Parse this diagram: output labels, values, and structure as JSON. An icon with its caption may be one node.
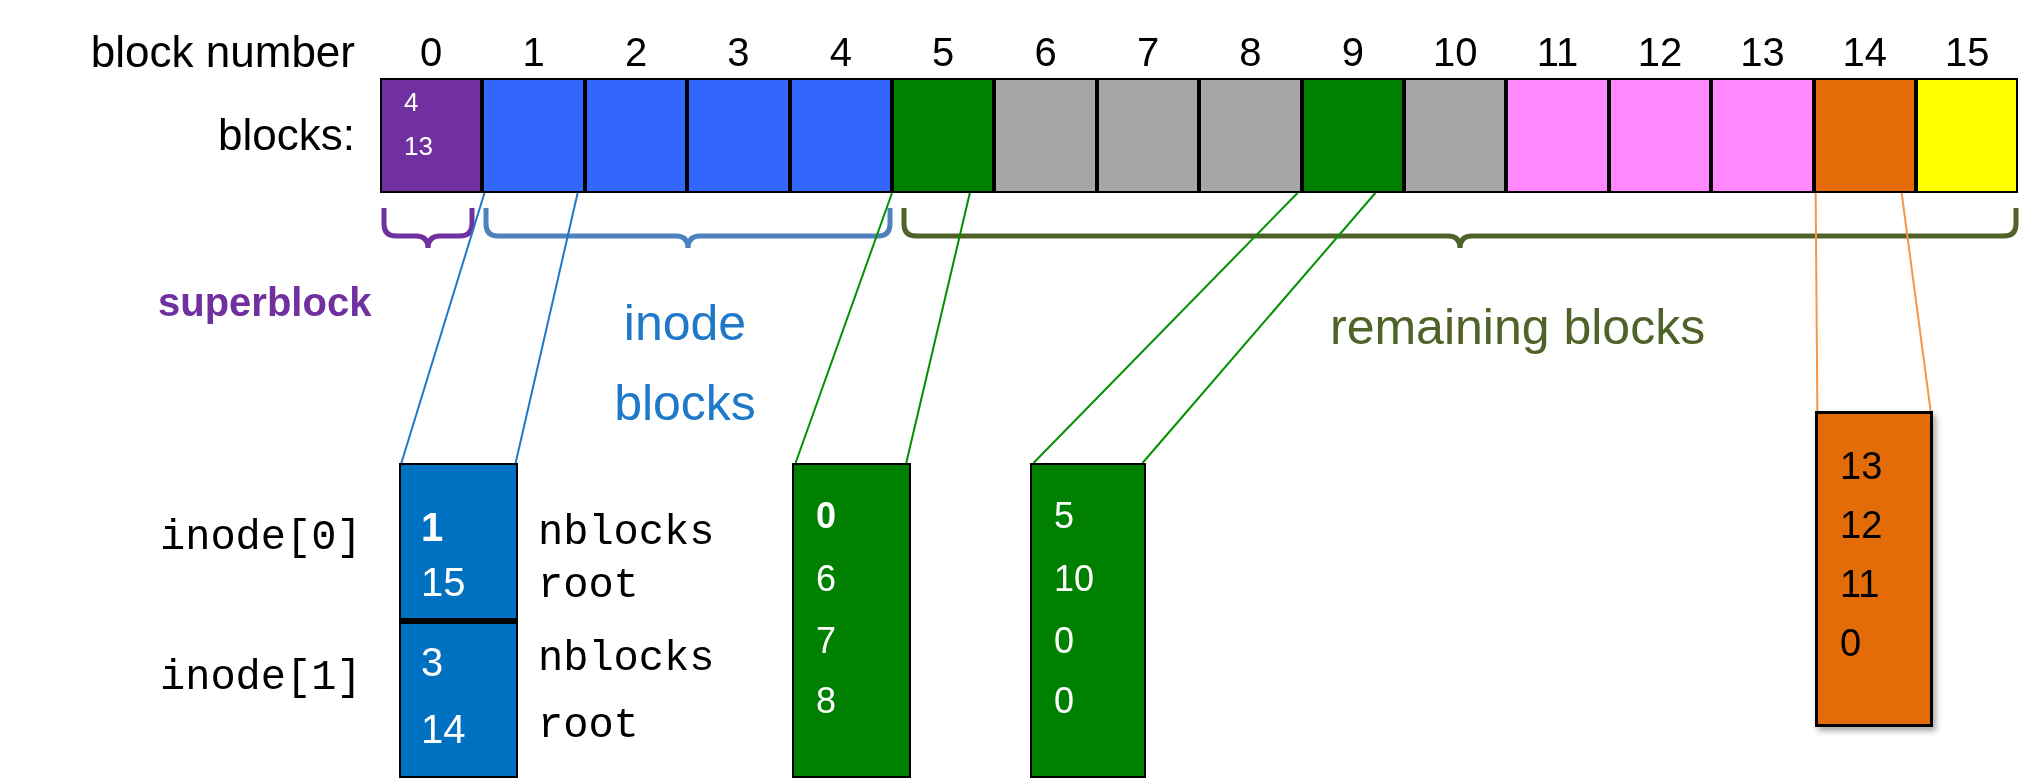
{
  "diagram": {
    "nodes": [
      {
        "text": [
          "4",
          "13"
        ]
      },
      {
        "text": [],
        "shape": "box"
      },
      {
        "text": [],
        "shape": "box"
      },
      {
        "text": [],
        "shape": "box"
      },
      {
        "text": [],
        "shape": "box"
      },
      {
        "text": [],
        "shape": "box"
      },
      {
        "text": [],
        "shape": "box"
      },
      {
        "text": [],
        "shape": "box"
      },
      {
        "text": [],
        "shape": "box"
      },
      {
        "text": [],
        "shape": "box"
      },
      {
        "text": [],
        "shape": "box"
      },
      {
        "text": [],
        "shape": "box"
      },
      {
        "text": [],
        "shape": "box"
      },
      {
        "text": [],
        "shape": "box"
      },
      {
        "text": [],
        "shape": "box"
      },
      {
        "text": [],
        "shape": "box"
      },
      {
        "text": [],
        "shape": "box"
      },
      {
        "text": [
          "1",
          "15"
        ],
        "in": 16,
        "beside": [
          "inode[0]",
          "nblocks",
          "root"
        ]
      },
      {
        "text": [
          "3",
          "14"
        ],
        "in": 16,
        "beside": [
          "inode[1]",
          "nblocks",
          "root"
        ]
      },
      {
        "text": [
          "0",
          "6",
          "7",
          "8"
        ]
      },
      {
        "text": [
          "5",
          "10",
          "0",
          "0"
        ]
      },
      {
        "text": [
          "13",
          "12",
          "11",
          "0"
        ]
      }
    ],
    "edges": [
      {
        "from": 1,
        "to": 16,
        "arrow": "none",
        "color": "#1f78c8"
      },
      {
        "from": 1,
        "to": 16,
        "arrow": "none",
        "color": "#1f78c8"
      },
      {
        "from": 5,
        "to": 19,
        "arrow": "none"
      },
      {
        "from": 5,
        "to": 19,
        "arrow": "none"
      },
      {
        "from": 9,
        "to": 20,
        "arrow": "none"
      },
      {
        "from": 9,
        "to": 20,
        "arrow": "none"
      },
      {
        "from": 14,
        "to": 21,
        "arrow": "none",
        "color": "#f79646"
      },
      {
        "from": 14,
        "to": 21,
        "arrow": "none",
        "color": "#f79646"
      }
    ],
    "labels": [
      "block number",
      "0",
      "1",
      "2",
      "3",
      "4",
      "5",
      "6",
      "7",
      "8",
      "9",
      "10",
      "11",
      "12",
      "13",
      "14",
      "15",
      "blocks:",
      "superblock",
      "inode blocks",
      "remaining blocks"
    ]
  }
}
